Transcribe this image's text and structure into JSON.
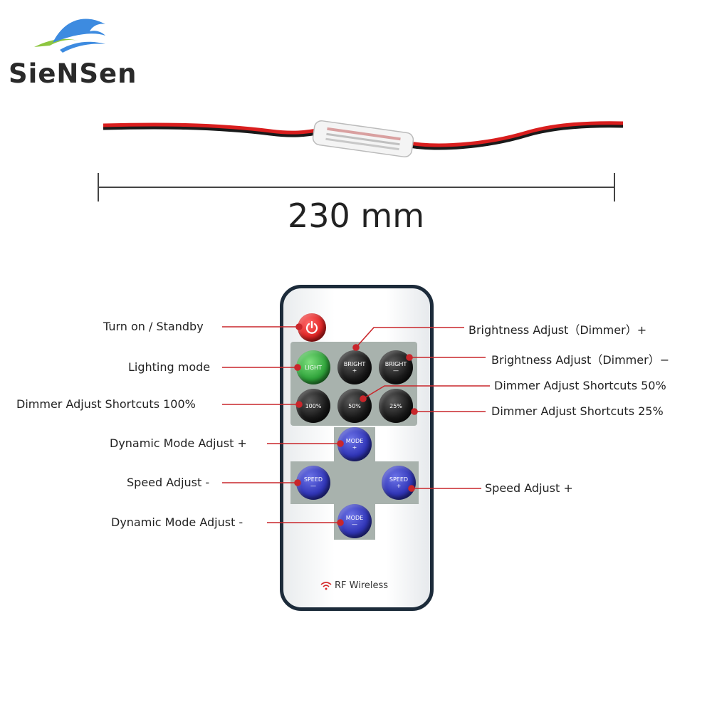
{
  "brand": {
    "name": "SieNSen",
    "logo_colors": {
      "primary": "#3d8be0",
      "secondary": "#8dc63f"
    }
  },
  "product": {
    "length_label": "230 mm",
    "cable_colors": {
      "red": "#d91e1e",
      "black": "#1a1a1a"
    }
  },
  "remote": {
    "power_icon": "power-icon",
    "buttons": {
      "light": "LIGHT",
      "bright_plus": [
        "BRIGHT",
        "+"
      ],
      "bright_minus": [
        "BRIGHT",
        "—"
      ],
      "dim_100": "100%",
      "dim_50": "50%",
      "dim_25": "25%",
      "mode_plus": [
        "MODE",
        "+"
      ],
      "speed_minus": [
        "SPEED",
        "—"
      ],
      "speed_plus": [
        "SPEED",
        "+"
      ],
      "mode_minus": [
        "MODE",
        "—"
      ]
    },
    "footer": "RF Wireless",
    "footer_icon": "wifi-icon"
  },
  "callouts": {
    "turn_on": "Turn on / Standby",
    "lighting_mode": "Lighting mode",
    "dimmer_100": "Dimmer Adjust Shortcuts 100%",
    "dynamic_plus": "Dynamic Mode Adjust +",
    "speed_minus": "Speed Adjust -",
    "dynamic_minus": "Dynamic Mode Adjust -",
    "bright_plus": "Brightness Adjust（Dimmer）+",
    "bright_minus": "Brightness Adjust（Dimmer）−",
    "dimmer_50": "Dimmer Adjust Shortcuts 50%",
    "dimmer_25": "Dimmer Adjust Shortcuts 25%",
    "speed_plus": "Speed Adjust +"
  },
  "accent_color": "#d42a2a"
}
